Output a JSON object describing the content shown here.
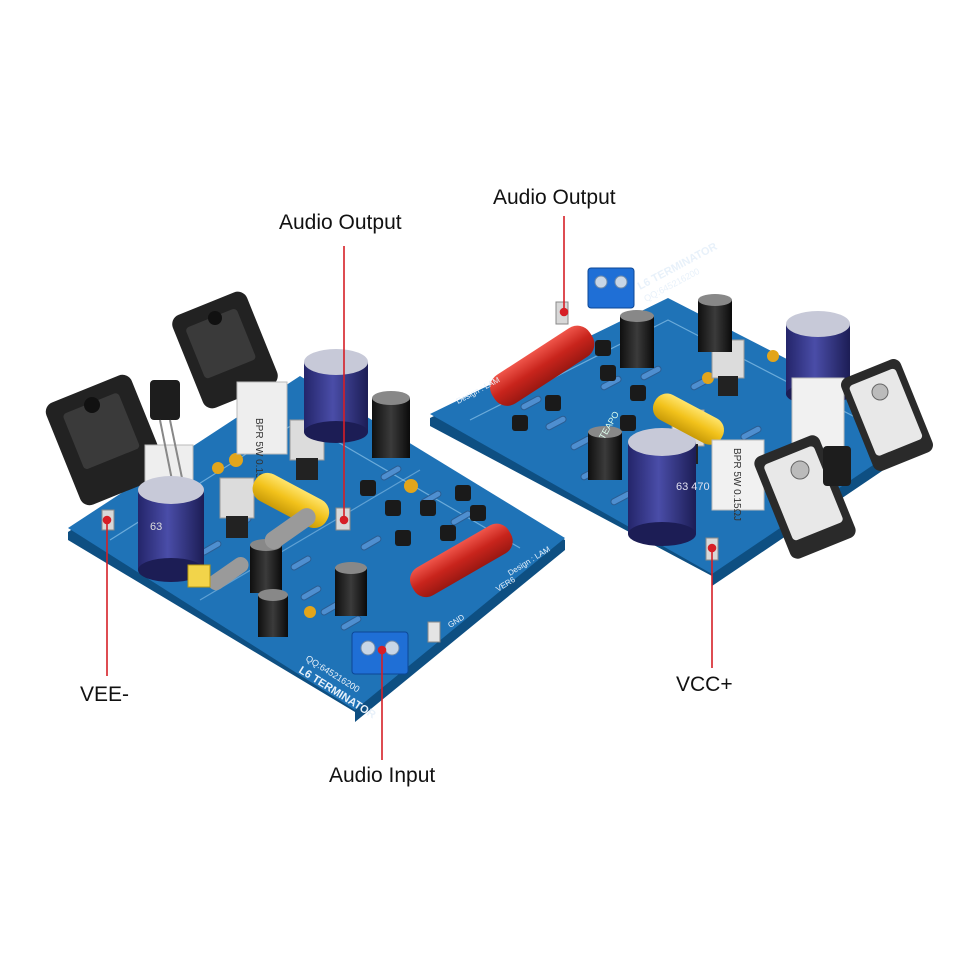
{
  "labels": {
    "audio_output_left": "Audio Output",
    "audio_output_right": "Audio Output",
    "vee": "VEE-",
    "vcc": "VCC+",
    "audio_input": "Audio Input"
  },
  "board_text": {
    "left_title": "L6 TERMINATOR",
    "left_qq": "QQ:645216200",
    "right_title": "L6 TERMINATOR",
    "right_qq": "QQ:645216200",
    "design": "Design : LAM",
    "right_design": "Design : LAM",
    "resistor_marking": "BPR 5W 0.15ΩJ",
    "cap_marking": "63 470",
    "cap_brand": "TEAPO",
    "ref_ver": "VER6",
    "gnd": "GND"
  },
  "colors": {
    "pcb": "#1f73b7",
    "pcb_edge": "#11558c",
    "annotation_line": "#d61f26",
    "transistor": "#2b2b2b",
    "cap_blue": "#2e2f7a",
    "terminal": "#1f6fd6",
    "red_cap": "#d8332a",
    "yellow_cap": "#f2c21b"
  }
}
